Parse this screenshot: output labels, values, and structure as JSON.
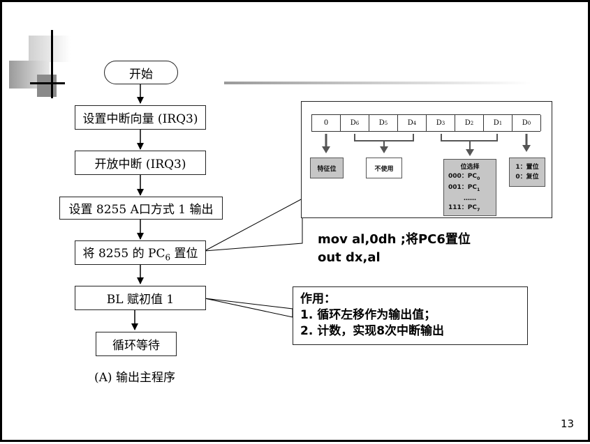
{
  "flow": {
    "start": "开始",
    "step1": "设置中断向量 (IRQ3)",
    "step2": "开放中断 (IRQ3)",
    "step3": "设置 8255 A口方式 1 输出",
    "step4": "将 8255 的 PC6 置位",
    "step5": "BL 赋初值 1",
    "step6": "循环等待",
    "caption": "(A) 输出主程序"
  },
  "register": {
    "cells": [
      "0",
      "D6",
      "D5",
      "D4",
      "D3",
      "D2",
      "D1",
      "D0"
    ],
    "tag_flag": "特征位",
    "tag_unused": "不使用",
    "tag_bitsel_title": "位选择",
    "tag_bitsel_line1": "000：PC0",
    "tag_bitsel_line2": "001：PC1",
    "tag_bitsel_dots": "……",
    "tag_bitsel_line3": "111：PC7",
    "tag_setreset_line1": "1：置位",
    "tag_setreset_line2": "0：复位"
  },
  "code": {
    "line1": "mov al,0dh ;将PC6置位",
    "line2": "out dx,al"
  },
  "note": {
    "title": "作用：",
    "item1": "1.  循环左移作为输出值；",
    "item2": "2.  计数，实现8次中断输出"
  },
  "page_number": "13"
}
